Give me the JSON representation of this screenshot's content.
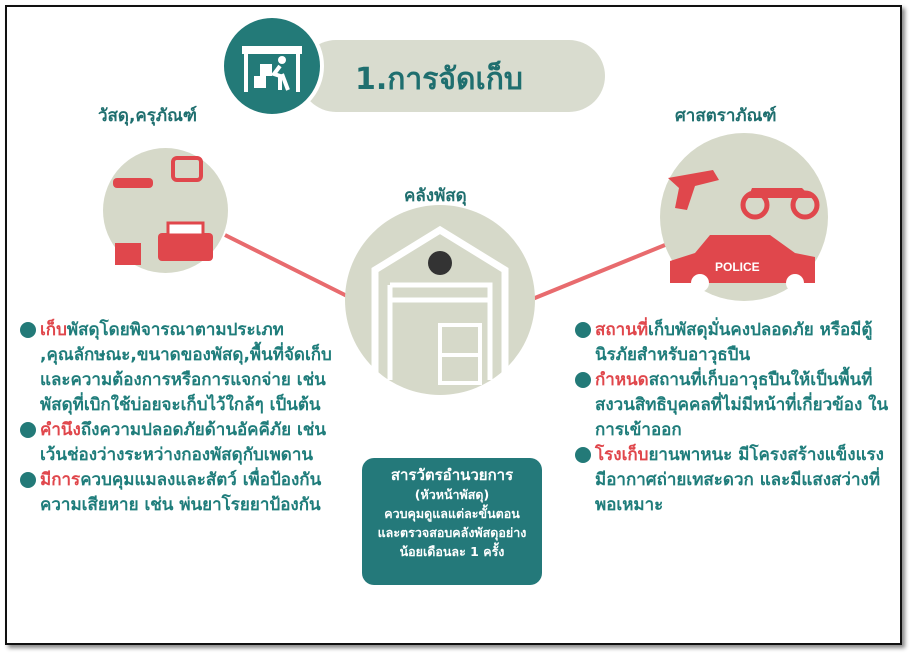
{
  "header": {
    "title": "1.การจัดเก็บ",
    "icon": "warehouse-worker-icon"
  },
  "left": {
    "label": "วัสดุ,ครุภัณฑ์",
    "items": [
      {
        "highlight": "เก็บ",
        "text": "พัสดุโดยพิจารณาตามประเภท ,คุณลักษณะ,ขนาดของพัสดุ,พื้นที่จัดเก็บ และความต้องการหรือการแจกจ่าย เช่น พัสดุที่เบิกใช้บ่อยจะเก็บไว้ใกล้ๆ เป็นต้น"
      },
      {
        "highlight": "คำนึง",
        "text": "ถึงความปลอดภัยด้านอัคคีภัย เช่น เว้นช่องว่างระหว่างกองพัสดุกับเพดาน"
      },
      {
        "highlight": "มีการ",
        "text": "ควบคุมแมลงและสัตว์ เพื่อป้องกันความเสียหาย เช่น พ่นยาโรยยาป้องกัน"
      }
    ]
  },
  "center": {
    "label": "คลังพัสดุ",
    "box": {
      "line1": "สารวัตรอำนวยการ",
      "line2": "(หัวหน้าพัสดุ)",
      "line3": "ควบคุมดูแลแต่ละขั้นตอน",
      "line4": "และตรวจสอบคลังพัสดุอย่าง",
      "line5": "น้อยเดือนละ 1 ครั้ง"
    }
  },
  "right": {
    "label": "ศาสตราภัณฑ์",
    "police_text": "POLICE",
    "items": [
      {
        "highlight": "สถานที่",
        "text": "เก็บพัสดุมั่นคงปลอดภัย หรือมีตู้นิรภัยสำหรับอาวุธปืน"
      },
      {
        "highlight": "กำหนด",
        "text": "สถานที่เก็บอาวุธปืนให้เป็นพื้นที่สงวนสิทธิบุคคลที่ไม่มีหน้าที่เกี่ยวข้อง ในการเข้าออก"
      },
      {
        "highlight": "โรงเก็บ",
        "text": "ยานพาหนะ มีโครงสร้างแข็งแรง มีอากาศถ่ายเทสะดวก และมีแสงสว่างที่พอเหมาะ"
      }
    ]
  },
  "colors": {
    "teal": "#237a78",
    "red": "#e0474c",
    "circle": "#d6d9c9"
  }
}
